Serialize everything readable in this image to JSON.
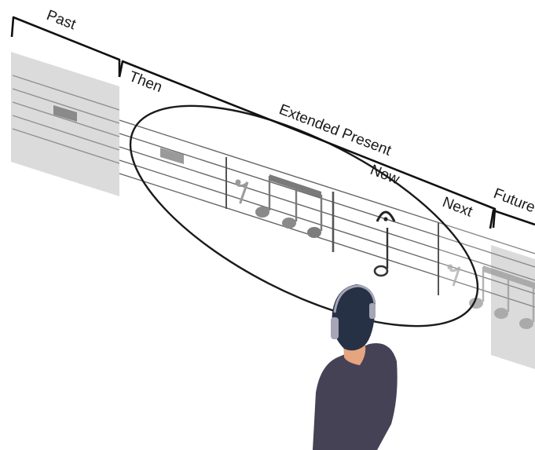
{
  "labels": {
    "past": "Past",
    "then": "Then",
    "extended_present": "Extended Present",
    "now": "Now",
    "next": "Next",
    "future": "Future"
  },
  "colors": {
    "fade_panel": "#bdbdbd",
    "staff_line": "#555555",
    "note_grey": "#8a8a8a",
    "hair": "#263145",
    "skin": "#e5a57f",
    "shirt": "#464256",
    "headphones": "#a5a5b6"
  },
  "icons": [
    "headphones-icon",
    "person-icon",
    "fermata-icon",
    "quarter-rest-icon",
    "half-rest-icon",
    "whole-note-icon"
  ]
}
